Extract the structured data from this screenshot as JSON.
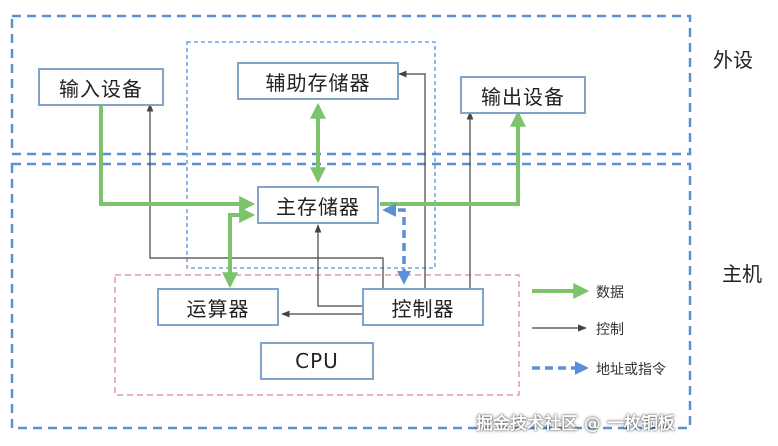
{
  "regions": {
    "peripheral_label": "外设",
    "host_label": "主机"
  },
  "nodes": {
    "input_device": "输入设备",
    "aux_storage": "辅助存储器",
    "output_device": "输出设备",
    "main_memory": "主存储器",
    "alu": "运算器",
    "controller": "控制器",
    "cpu": "CPU"
  },
  "legend": {
    "data": "数据",
    "control": "控制",
    "address_instruction": "地址或指令"
  },
  "colors": {
    "data_line": "#7dc36b",
    "control_line": "#444444",
    "address_line": "#5b8fd6",
    "region_border": "#5b8fd6",
    "cpu_border": "#e59aa6",
    "box_border": "#7fa3c9"
  },
  "watermark": "掘金技术社区 @ 一枚铜板"
}
